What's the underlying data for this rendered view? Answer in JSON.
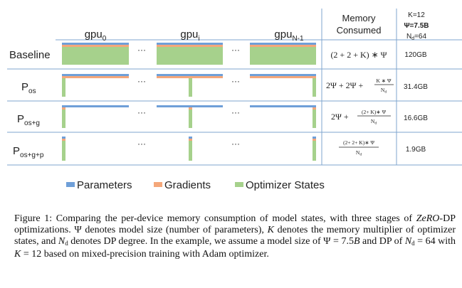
{
  "figure": {
    "gpus": [
      {
        "base": "gpu",
        "sub": "0"
      },
      {
        "base": "gpu",
        "sub": "i"
      },
      {
        "base": "gpu",
        "sub": "N-1"
      }
    ],
    "ellipsis": "···",
    "rows": [
      {
        "label_base": "Baseline",
        "label_sub": "",
        "mode": "baseline",
        "memory": "120GB"
      },
      {
        "label_base": "P",
        "label_sub": "os",
        "mode": "os",
        "memory": "31.4GB"
      },
      {
        "label_base": "P",
        "label_sub": "os+g",
        "mode": "os_g",
        "memory": "16.6GB"
      },
      {
        "label_base": "P",
        "label_sub": "os+g+p",
        "mode": "os_g_p",
        "memory": "1.9GB"
      }
    ],
    "formulas": [
      {
        "text": "(2 + 2 + K) ∗ Ψ"
      },
      {
        "lead": "2Ψ + 2Ψ + ",
        "num": "K ∗ Ψ",
        "den_base": "N",
        "den_sub": "d"
      },
      {
        "lead": "2Ψ + ",
        "num": "(2+ K)∗ Ψ",
        "den_base": "N",
        "den_sub": "d"
      },
      {
        "lead": "",
        "num": "(2+ 2+ K)∗ Ψ",
        "den_base": "N",
        "den_sub": "d"
      }
    ],
    "memory_header_line1": "Memory",
    "memory_header_line2": "Consumed",
    "params_header": {
      "k": "K=12",
      "psi": "Ψ=7.5B",
      "nd_base": "N",
      "nd_sub": "d",
      "nd_value": "=64"
    },
    "legend": [
      {
        "label": "Parameters",
        "color": "#6f9fd8"
      },
      {
        "label": "Gradients",
        "color": "#f4a77a"
      },
      {
        "label": "Optimizer States",
        "color": "#a6d18c"
      }
    ]
  },
  "caption": {
    "fig_label": "Figure 1:",
    "part1": " Comparing the per-device memory consumption of model states, with three stages of ",
    "zero": "ZeRO",
    "part2": "-DP optimizations. Ψ denotes model size (number of parameters), ",
    "k_symbol": "K",
    "part3": " denotes the memory multiplier of optimizer states, and ",
    "nd_base": "N",
    "nd_sub": "d",
    "part4": " denotes DP degree. In the example, we assume a model size of Ψ = 7.5",
    "b_symbol": "B",
    "part5": " and DP of ",
    "nd2_base": "N",
    "nd2_sub": "d",
    "part6": " = 64 with ",
    "k2_symbol": "K",
    "part7": " = 12 based on mixed-precision training with Adam optimizer."
  }
}
